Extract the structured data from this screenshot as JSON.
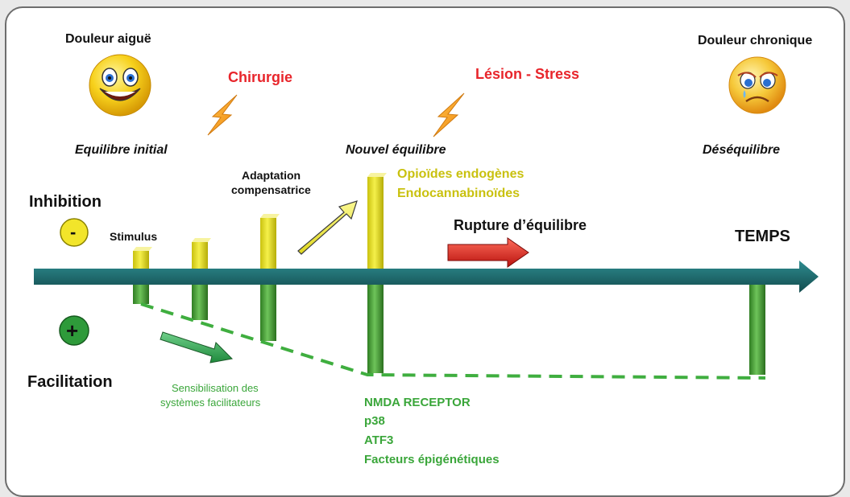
{
  "labels": {
    "douleur_aigue": "Douleur aiguë",
    "douleur_chronique": "Douleur chronique",
    "chirurgie": "Chirurgie",
    "lesion_stress": "Lésion - Stress",
    "equilibre_initial": "Equilibre initial",
    "nouvel_equilibre": "Nouvel équilibre",
    "desequilibre": "Déséquilibre",
    "inhibition": "Inhibition",
    "facilitation": "Facilitation",
    "minus": "-",
    "plus": "+",
    "stimulus": "Stimulus",
    "adaptation_line1": "Adaptation",
    "adaptation_line2": "compensatrice",
    "opioides": "Opioïdes endogènes",
    "endocannabinoides": "Endocannabinoïdes",
    "rupture": "Rupture d’équilibre",
    "temps": "TEMPS",
    "sensibilisation_line1": "Sensibilisation des",
    "sensibilisation_line2": "systèmes facilitateurs",
    "nmda": "NMDA RECEPTOR",
    "p38": "p38",
    "atf3": "ATF3",
    "facteurs": "Facteurs épigénétiques"
  },
  "colors": {
    "red_label": "#e8252b",
    "yellow_label": "#c9c10f",
    "green_label": "#3aa63a",
    "timeline": "#1d6b6e",
    "inhibition_bar": "#e9e32a",
    "facilitation_bar": "#4aa63a",
    "dashed_line": "#3fae3f"
  },
  "icons": {
    "happy_face": "happy-smiley-icon",
    "sad_face": "sad-smiley-icon",
    "lightning_1": "lightning-bolt-icon",
    "lightning_2": "lightning-bolt-icon"
  }
}
